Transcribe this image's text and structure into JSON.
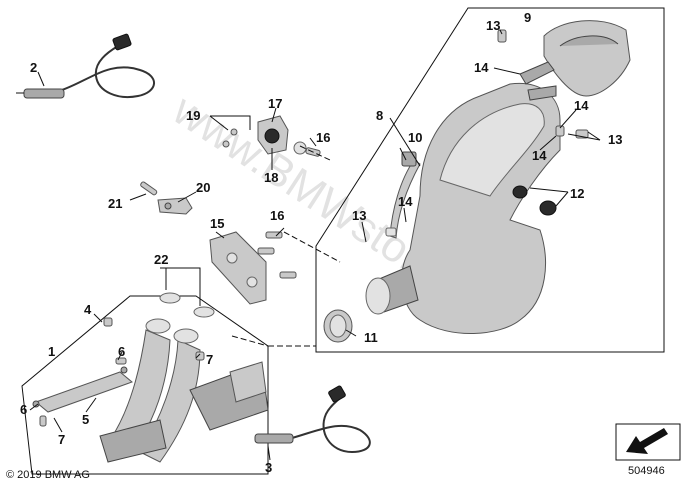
{
  "callouts": {
    "c1": "1",
    "c2": "2",
    "c3": "3",
    "c4": "4",
    "c5": "5",
    "c6a": "6",
    "c6b": "6",
    "c7a": "7",
    "c7b": "7",
    "c8": "8",
    "c9": "9",
    "c10": "10",
    "c11": "11",
    "c12": "12",
    "c13a": "13",
    "c13b": "13",
    "c13c": "13",
    "c14a": "14",
    "c14b": "14",
    "c14c": "14",
    "c14d": "14",
    "c15": "15",
    "c16a": "16",
    "c16b": "16",
    "c17": "17",
    "c18": "18",
    "c19": "19",
    "c20": "20",
    "c21": "21",
    "c22": "22"
  },
  "watermark": "www.BMWstore.pl",
  "copyright": "© 2019 BMW AG",
  "diagram_number": "504946"
}
